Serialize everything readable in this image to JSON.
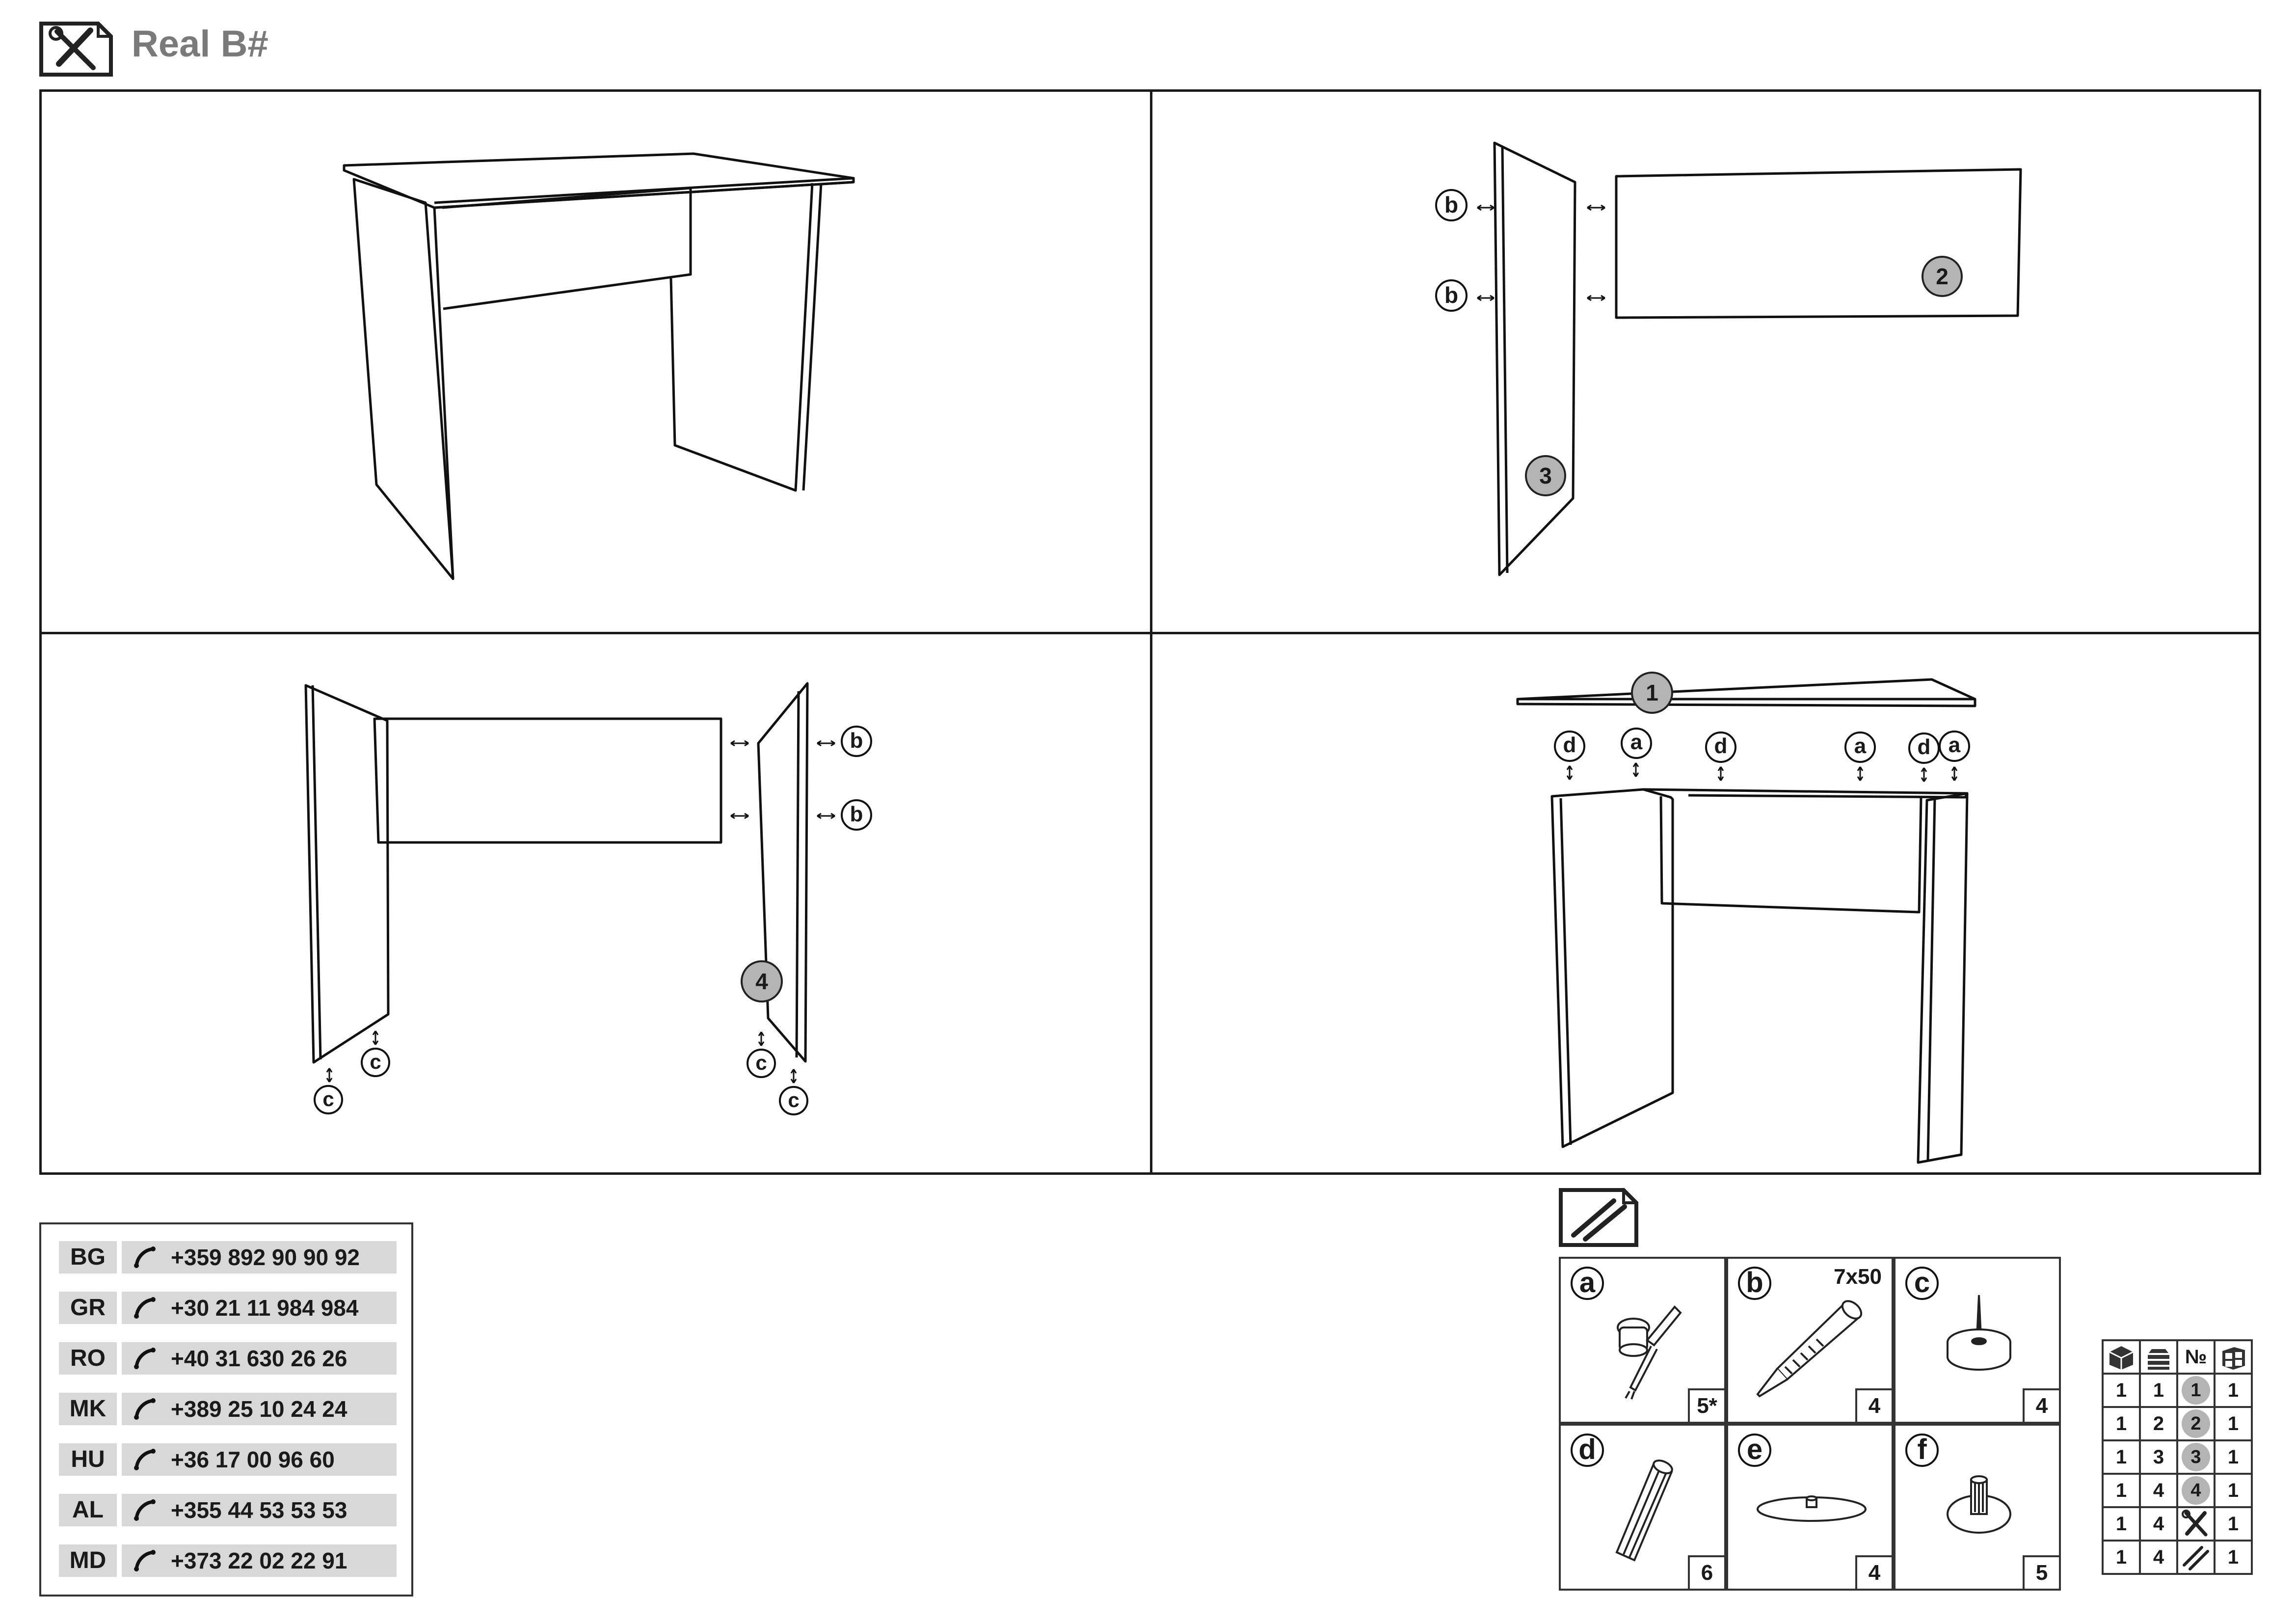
{
  "header": {
    "title": "Real B#"
  },
  "steps": [
    {
      "parts": []
    },
    {
      "parts": [
        "2",
        "3"
      ],
      "connectors": [
        "b",
        "b"
      ]
    },
    {
      "parts": [
        "4"
      ],
      "connectors": [
        "b",
        "b",
        "c",
        "c",
        "c",
        "c"
      ]
    },
    {
      "parts": [
        "1"
      ],
      "connectors": [
        "d",
        "a",
        "d",
        "a",
        "d",
        "a"
      ]
    }
  ],
  "contacts": [
    {
      "code": "BG",
      "phone": "+359 892 90 90 92"
    },
    {
      "code": "GR",
      "phone": "+30 21 11 984 984"
    },
    {
      "code": "RO",
      "phone": "+40 31 630 26 26"
    },
    {
      "code": "MK",
      "phone": "+389 25 10 24 24"
    },
    {
      "code": "HU",
      "phone": "+36 17 00 96 60"
    },
    {
      "code": "AL",
      "phone": "+355 44 53 53 53"
    },
    {
      "code": "MD",
      "phone": "+373 22 02 22 91"
    }
  ],
  "hardware": [
    {
      "letter": "a",
      "qty": "5*",
      "size": "",
      "icon": "cam-lock-icon"
    },
    {
      "letter": "b",
      "qty": "4",
      "size": "7x50",
      "icon": "confirmat-screw-icon"
    },
    {
      "letter": "c",
      "qty": "4",
      "size": "",
      "icon": "nail-glide-icon"
    },
    {
      "letter": "d",
      "qty": "6",
      "size": "",
      "icon": "wooden-dowel-icon"
    },
    {
      "letter": "e",
      "qty": "4",
      "size": "",
      "icon": "shelf-support-icon"
    },
    {
      "letter": "f",
      "qty": "5",
      "size": "",
      "icon": "plastic-plug-icon"
    }
  ],
  "parts_table": {
    "headers": [
      "package-icon",
      "stack-icon",
      "№",
      "count-icon"
    ],
    "header_number_sign": "№",
    "rows": [
      {
        "box": "1",
        "layer": "1",
        "no": "1",
        "qty": "1"
      },
      {
        "box": "1",
        "layer": "2",
        "no": "2",
        "qty": "1"
      },
      {
        "box": "1",
        "layer": "3",
        "no": "3",
        "qty": "1"
      },
      {
        "box": "1",
        "layer": "4",
        "no": "4",
        "qty": "1"
      },
      {
        "box": "1",
        "layer": "4",
        "no": "tools-icon",
        "qty": "1"
      },
      {
        "box": "1",
        "layer": "4",
        "no": "hardware-icon",
        "qty": "1"
      }
    ]
  }
}
